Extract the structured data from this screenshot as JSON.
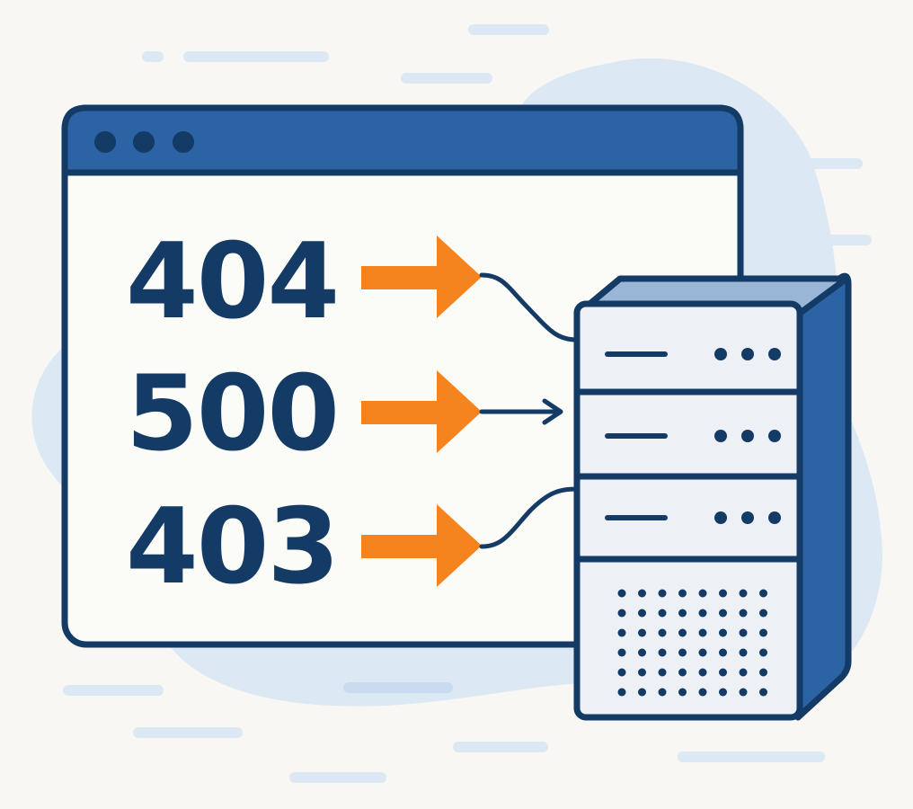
{
  "colors": {
    "background": "#f8f7f3",
    "navy": "#143a66",
    "blue": "#2b63a4",
    "light_blue": "#dce8f4",
    "orange": "#f5841f",
    "server_face": "#edf1f6",
    "server_top": "#9ab6d6",
    "window_body": "#fbfbf8"
  },
  "icons": {
    "browser_window": "browser-window-icon",
    "server": "server-rack-icon",
    "arrow": "orange-arrow-icon"
  },
  "error_codes": [
    {
      "code": "404"
    },
    {
      "code": "500"
    },
    {
      "code": "403"
    }
  ]
}
